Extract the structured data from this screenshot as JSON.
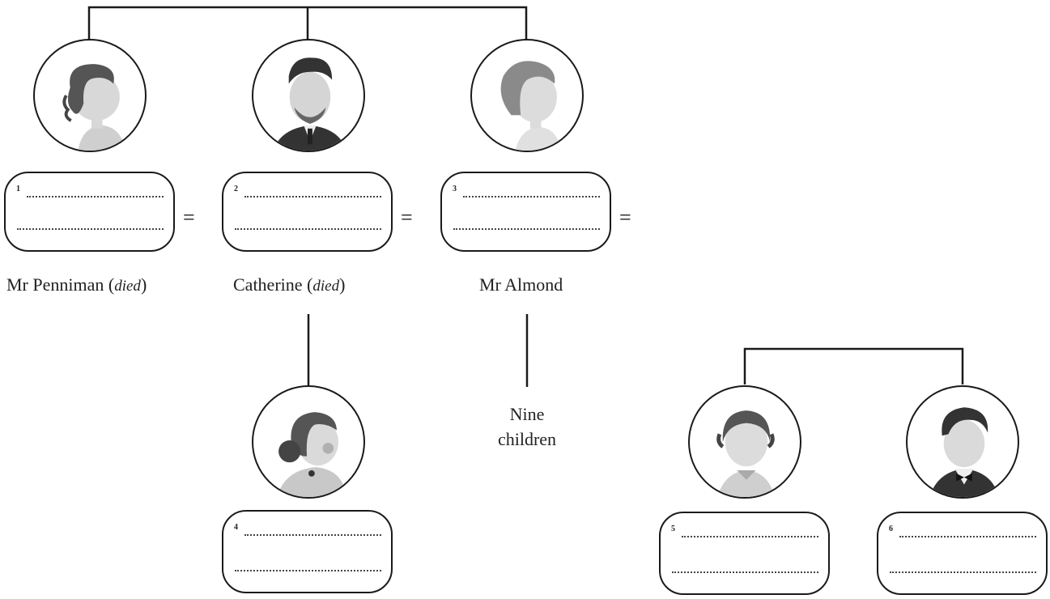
{
  "people": [
    {
      "number": "1",
      "portrait": "woman-curly-hair-profile"
    },
    {
      "number": "2",
      "portrait": "man-dark-hair-suit"
    },
    {
      "number": "3",
      "portrait": "woman-hair-side-bun"
    },
    {
      "number": "4",
      "portrait": "young-woman-braided-bun"
    },
    {
      "number": "5",
      "portrait": "older-woman-curled-hair"
    },
    {
      "number": "6",
      "portrait": "young-man-bow-tie"
    }
  ],
  "marriage_symbol": "=",
  "spouses": {
    "penniman": {
      "name": "Mr Penniman",
      "note": "died"
    },
    "catherine": {
      "name": "Catherine",
      "note": "died"
    },
    "almond": {
      "name": "Mr Almond"
    }
  },
  "children_note": {
    "line1": "Nine",
    "line2": "children"
  }
}
